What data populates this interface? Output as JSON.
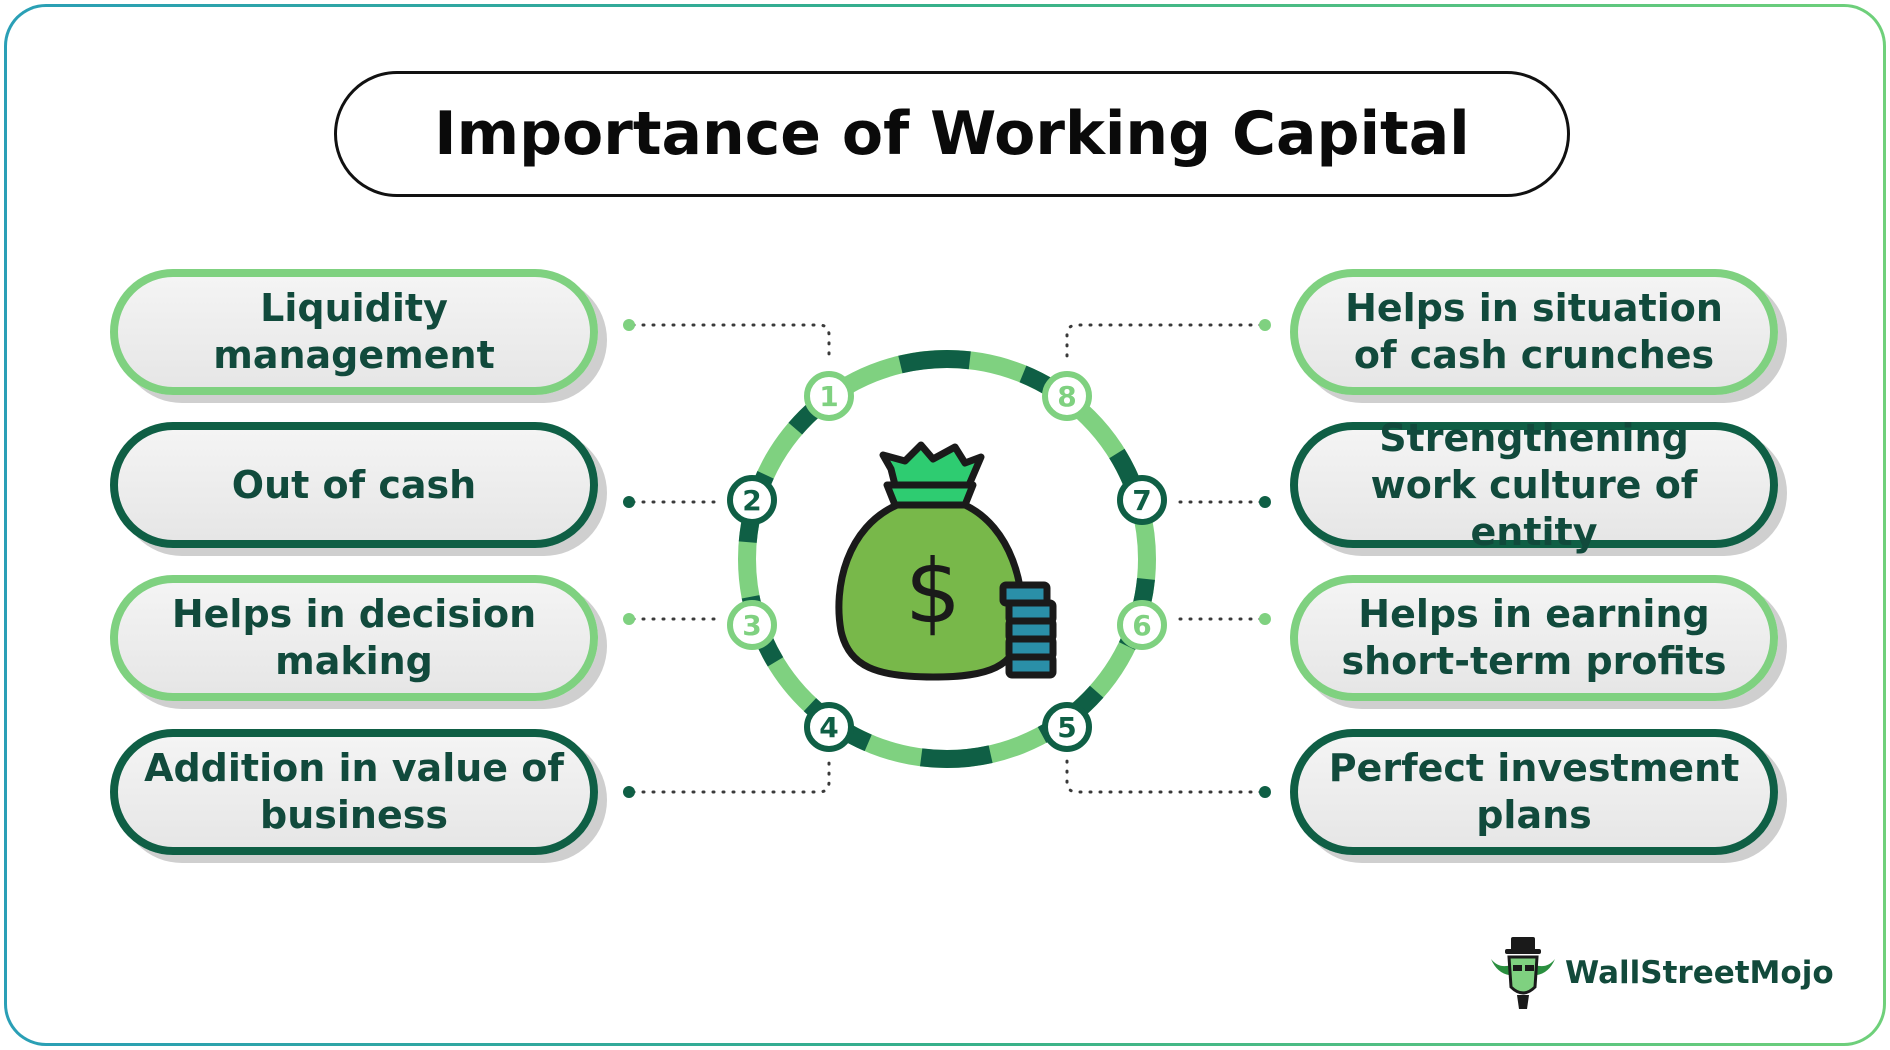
{
  "title": "Importance of Working Capital",
  "items_left": [
    {
      "number": "1",
      "label": "Liquidity management"
    },
    {
      "number": "2",
      "label": "Out of cash"
    },
    {
      "number": "3",
      "label": "Helps in decision making"
    },
    {
      "number": "4",
      "label": "Addition in value of business"
    }
  ],
  "items_right": [
    {
      "number": "8",
      "label": "Helps in situation of cash crunches"
    },
    {
      "number": "7",
      "label": "Strengthening work culture of entity"
    },
    {
      "number": "6",
      "label": "Helps in earning short-term profits"
    },
    {
      "number": "5",
      "label": "Perfect investment plans"
    }
  ],
  "center_symbol": "$",
  "center_icon": "money-bag-icon",
  "brand": "WallStreetMojo",
  "colors": {
    "light_green": "#7fd180",
    "dark_green": "#0f5f45",
    "bag_green": "#78b84a",
    "text": "#114a3c"
  }
}
